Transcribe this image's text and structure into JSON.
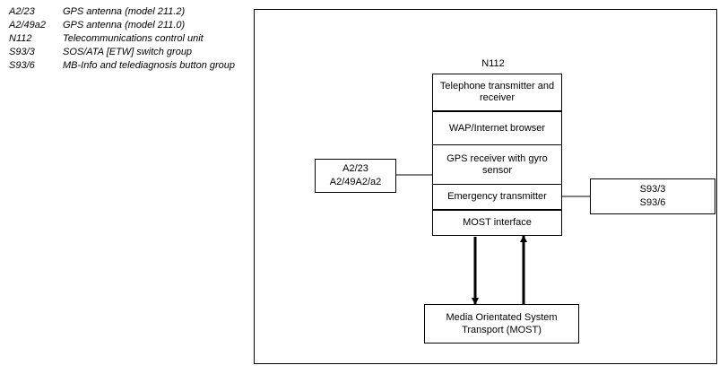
{
  "legend": [
    {
      "code": "A2/23",
      "desc": "GPS antenna (model 211.2)"
    },
    {
      "code": "A2/49a2",
      "desc": "GPS antenna (model 211.0)"
    },
    {
      "code": "N112",
      "desc": "Telecommunications control unit"
    },
    {
      "code": "S93/3",
      "desc": "SOS/ATA [ETW] switch group"
    },
    {
      "code": "S93/6",
      "desc": "MB-Info and telediagnosis button group"
    }
  ],
  "control_unit": {
    "label": "N112",
    "modules": [
      "Telephone transmitter and receiver",
      "WAP/Internet browser",
      "GPS receiver with gyro sensor",
      "Emergency transmitter",
      "MOST interface"
    ]
  },
  "antenna_box": {
    "line1": "A2/23",
    "line2": "A2/49A2/a2"
  },
  "switch_box": {
    "line1": "S93/3",
    "line2": "S93/6"
  },
  "bus_box": {
    "label": "Media Orientated System Transport (MOST)"
  }
}
